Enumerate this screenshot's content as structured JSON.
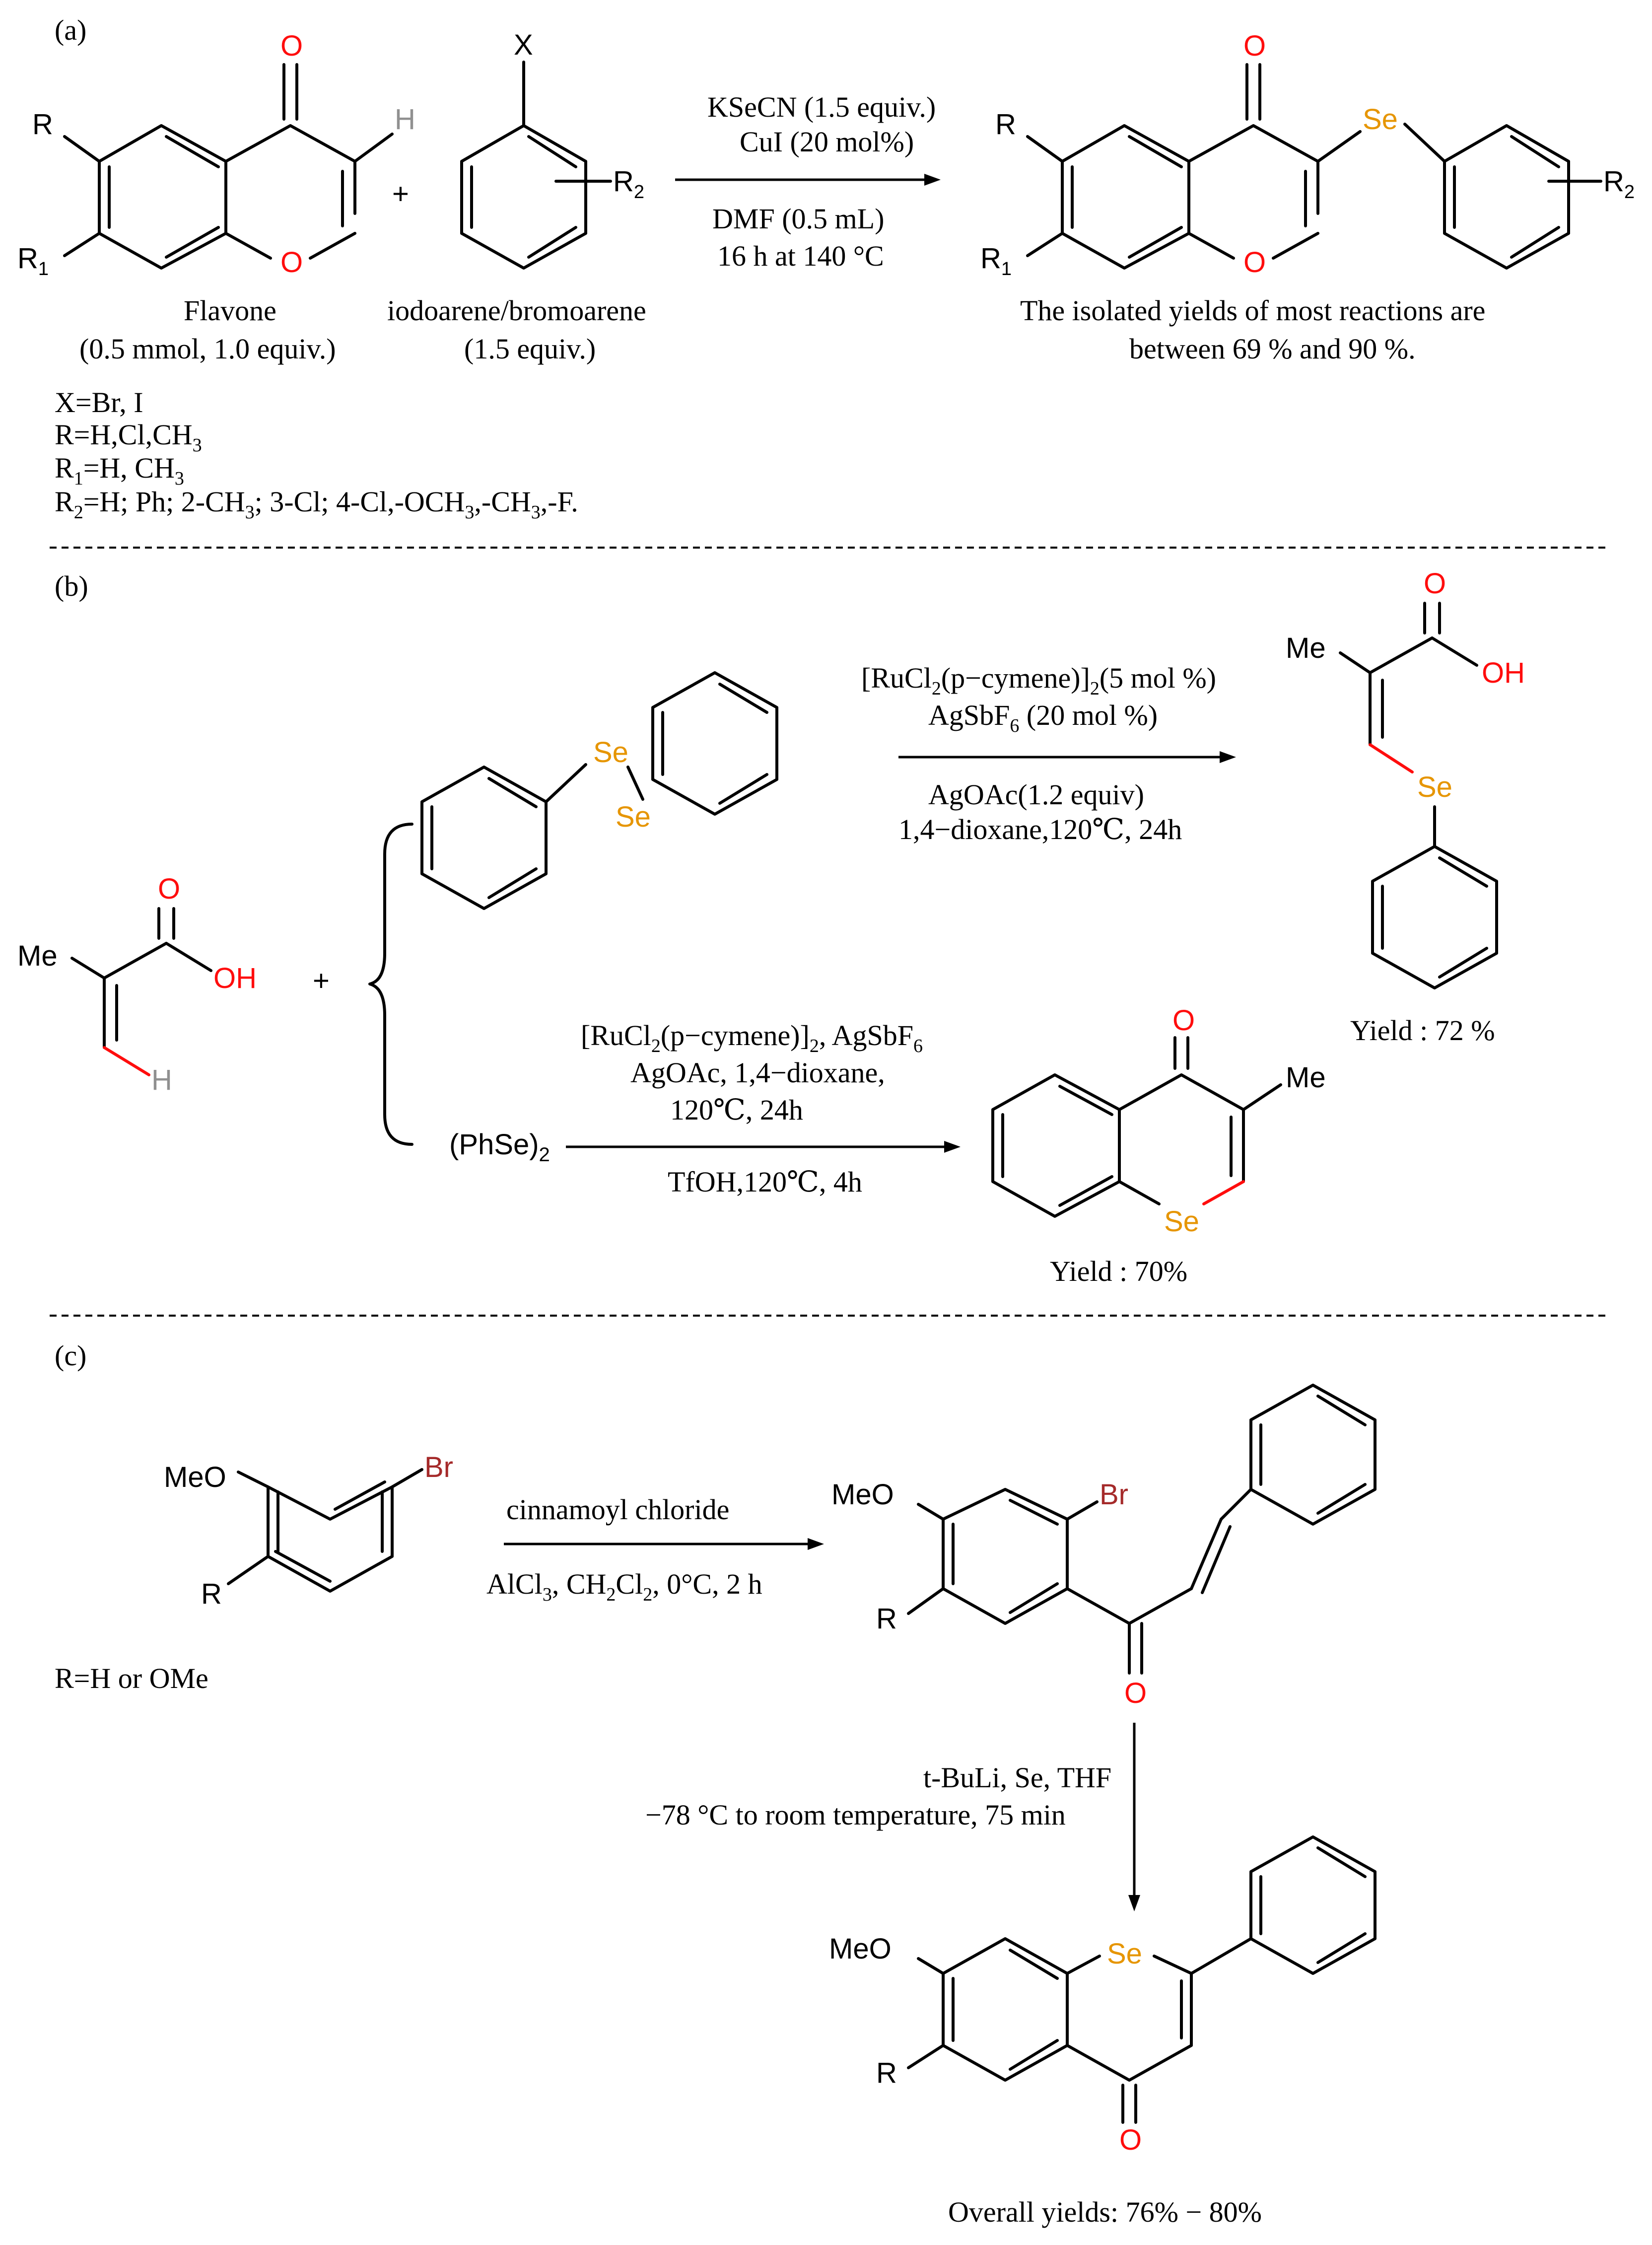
{
  "panels": {
    "a": {
      "label": "(a)",
      "reactant1_name": "Flavone",
      "reactant1_amount": "(0.5 mmol, 1.0 equiv.)",
      "reactant2_name": "iodoarene/bromoarene",
      "reactant2_amount": "(1.5 equiv.)",
      "plus": "+",
      "cond_above_1": "KSeCN (1.5 equiv.)",
      "cond_above_2": "CuI (20 mol%)",
      "cond_below_1": "DMF (0.5 mL)",
      "cond_below_2": "16 h at 140 °C",
      "result_1": "The isolated yields of most reactions are",
      "result_2": "between 69 % and 90 %.",
      "subs_x": "X=Br, I",
      "subs_r": "R=H,Cl,CH3",
      "subs_r1": "R1=H, CH3",
      "subs_r2": "R2=H; Ph;  2-CH3; 3-Cl; 4-Cl,-OCH3,-CH3,-F."
    },
    "b": {
      "label": "(b)",
      "plus": "+",
      "top_cond_1": "[RuCl2(p−cymene)]2(5 mol %)",
      "top_cond_2": "AgSbF6 (20 mol %)",
      "top_cond_3": "AgOAc(1.2 equiv)",
      "top_cond_4": "1,4−dioxane,120℃,  24h",
      "top_yield": "Yield : 72 %",
      "reagent": "(PhSe)2",
      "bot_cond_1": "[RuCl2(p−cymene)]2, AgSbF6",
      "bot_cond_2": "AgOAc, 1,4−dioxane,",
      "bot_cond_3": "120℃, 24h",
      "bot_cond_4": "TfOH,120℃, 4h",
      "bot_yield": "Yield : 70%"
    },
    "c": {
      "label": "(c)",
      "cond1_above": "cinnamoyl chloride",
      "cond1_below": "AlCl3, CH2Cl2, 0°C, 2 h",
      "subs": "R=H or OMe",
      "cond2_1": "t-BuLi, Se, THF",
      "cond2_2": "−78 °C to room temperature, 75 min",
      "yield": "Overall yields: 76% − 80%"
    }
  },
  "atom_labels": {
    "O": "O",
    "H": "H",
    "Se": "Se",
    "X": "X",
    "R": "R",
    "R1": "R1",
    "R2": "R2",
    "Me": "Me",
    "OH": "OH",
    "MeO": "MeO",
    "Br": "Br"
  },
  "colors": {
    "oxygen": "#ff0d0d",
    "selenium": "#e69500",
    "hydrogen": "#909090",
    "bromine": "#a52a2a",
    "bond": "#000000"
  }
}
